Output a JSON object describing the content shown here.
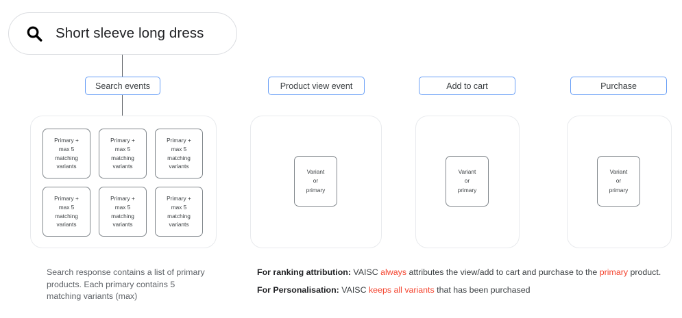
{
  "search": {
    "icon": "search-icon",
    "query": "Short sleeve long dress"
  },
  "pills": {
    "search_events": "Search events",
    "product_view_event": "Product view event",
    "add_to_cart": "Add to cart",
    "purchase": "Purchase"
  },
  "variant_box_label": "Primary +\nmax 5\nmatching\nvariants",
  "variant_boxes": [
    "Primary +\nmax 5\nmatching\nvariants",
    "Primary +\nmax 5\nmatching\nvariants",
    "Primary +\nmax 5\nmatching\nvariants",
    "Primary +\nmax 5\nmatching\nvariants",
    "Primary +\nmax 5\nmatching\nvariants",
    "Primary +\nmax 5\nmatching\nvariants"
  ],
  "variant_or_primary_label": "Variant\nor\nprimary",
  "captions": {
    "left": "Search response contains a list of primary products. Each primary contains 5 matching variants (max)"
  },
  "annotations": [
    {
      "label": "For ranking attribution:",
      "parts": [
        {
          "text": " VAISC ",
          "highlight": false
        },
        {
          "text": "always",
          "highlight": true
        },
        {
          "text": " attributes the view/add to cart and purchase to the ",
          "highlight": false
        },
        {
          "text": "primary",
          "highlight": true
        },
        {
          "text": " product.",
          "highlight": false
        }
      ]
    },
    {
      "label": "For Personalisation:",
      "parts": [
        {
          "text": " VAISC ",
          "highlight": false
        },
        {
          "text": "keeps all variants",
          "highlight": true
        },
        {
          "text": " that has been purchased",
          "highlight": false
        }
      ]
    }
  ],
  "colors": {
    "pill_border": "#669df6",
    "container_border": "#e8eaed",
    "box_border": "#80868b",
    "highlight_red": "#f4432e",
    "text": "#3c4043",
    "caption": "#5f6368"
  }
}
